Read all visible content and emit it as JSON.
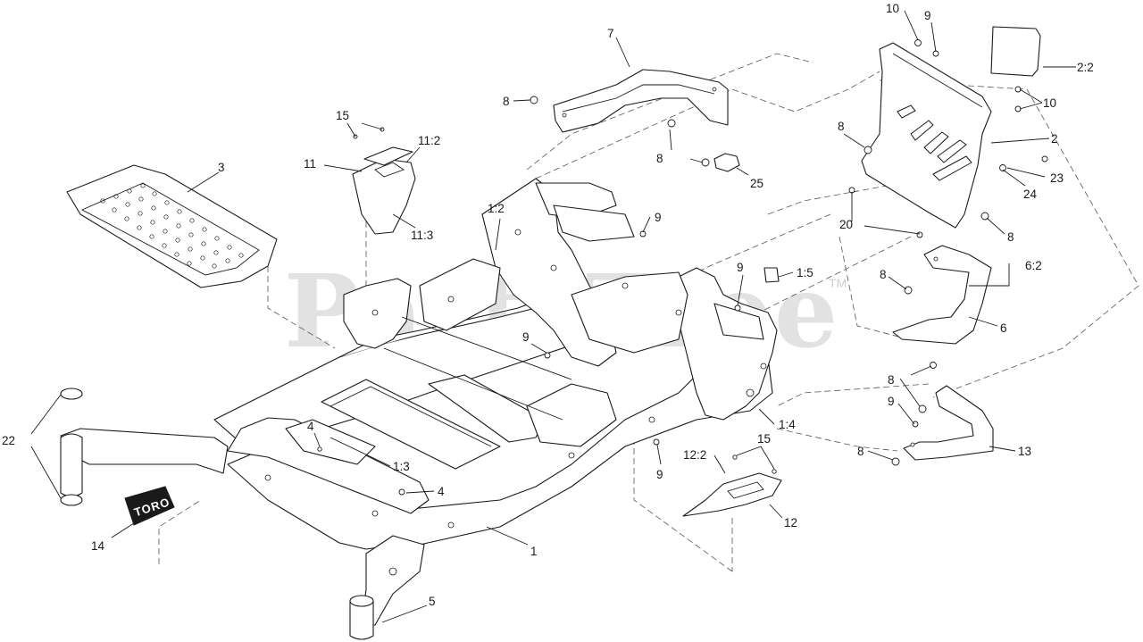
{
  "watermark": {
    "text": "PartsTree",
    "tm": "TM"
  },
  "decal_logo": "TORO",
  "callouts": {
    "c10a": "10",
    "c9a": "9",
    "c2_2": "2:2",
    "c10b": "10",
    "c7": "7",
    "c8a": "8",
    "c8b": "8",
    "c25": "25",
    "c15a": "15",
    "c11_2": "11:2",
    "c11": "11",
    "c11_3": "11:3",
    "c3": "3",
    "c1_2": "1:2",
    "c9b": "9",
    "c8c": "8",
    "c2": "2",
    "c23": "23",
    "c24": "24",
    "c20": "20",
    "c8d": "8",
    "c9c": "9",
    "c1_5": "1:5",
    "c8e": "8",
    "c6_2": "6:2",
    "c6": "6",
    "c9d": "9",
    "c8f": "8",
    "c9e": "9",
    "c1_4": "1:4",
    "c8g": "8",
    "c13": "13",
    "c9f": "9",
    "c12_2": "12:2",
    "c15b": "15",
    "c12": "12",
    "c4a": "4",
    "c1_3": "1:3",
    "c4b": "4",
    "c22": "22",
    "c14": "14",
    "c1": "1",
    "c5": "5"
  }
}
